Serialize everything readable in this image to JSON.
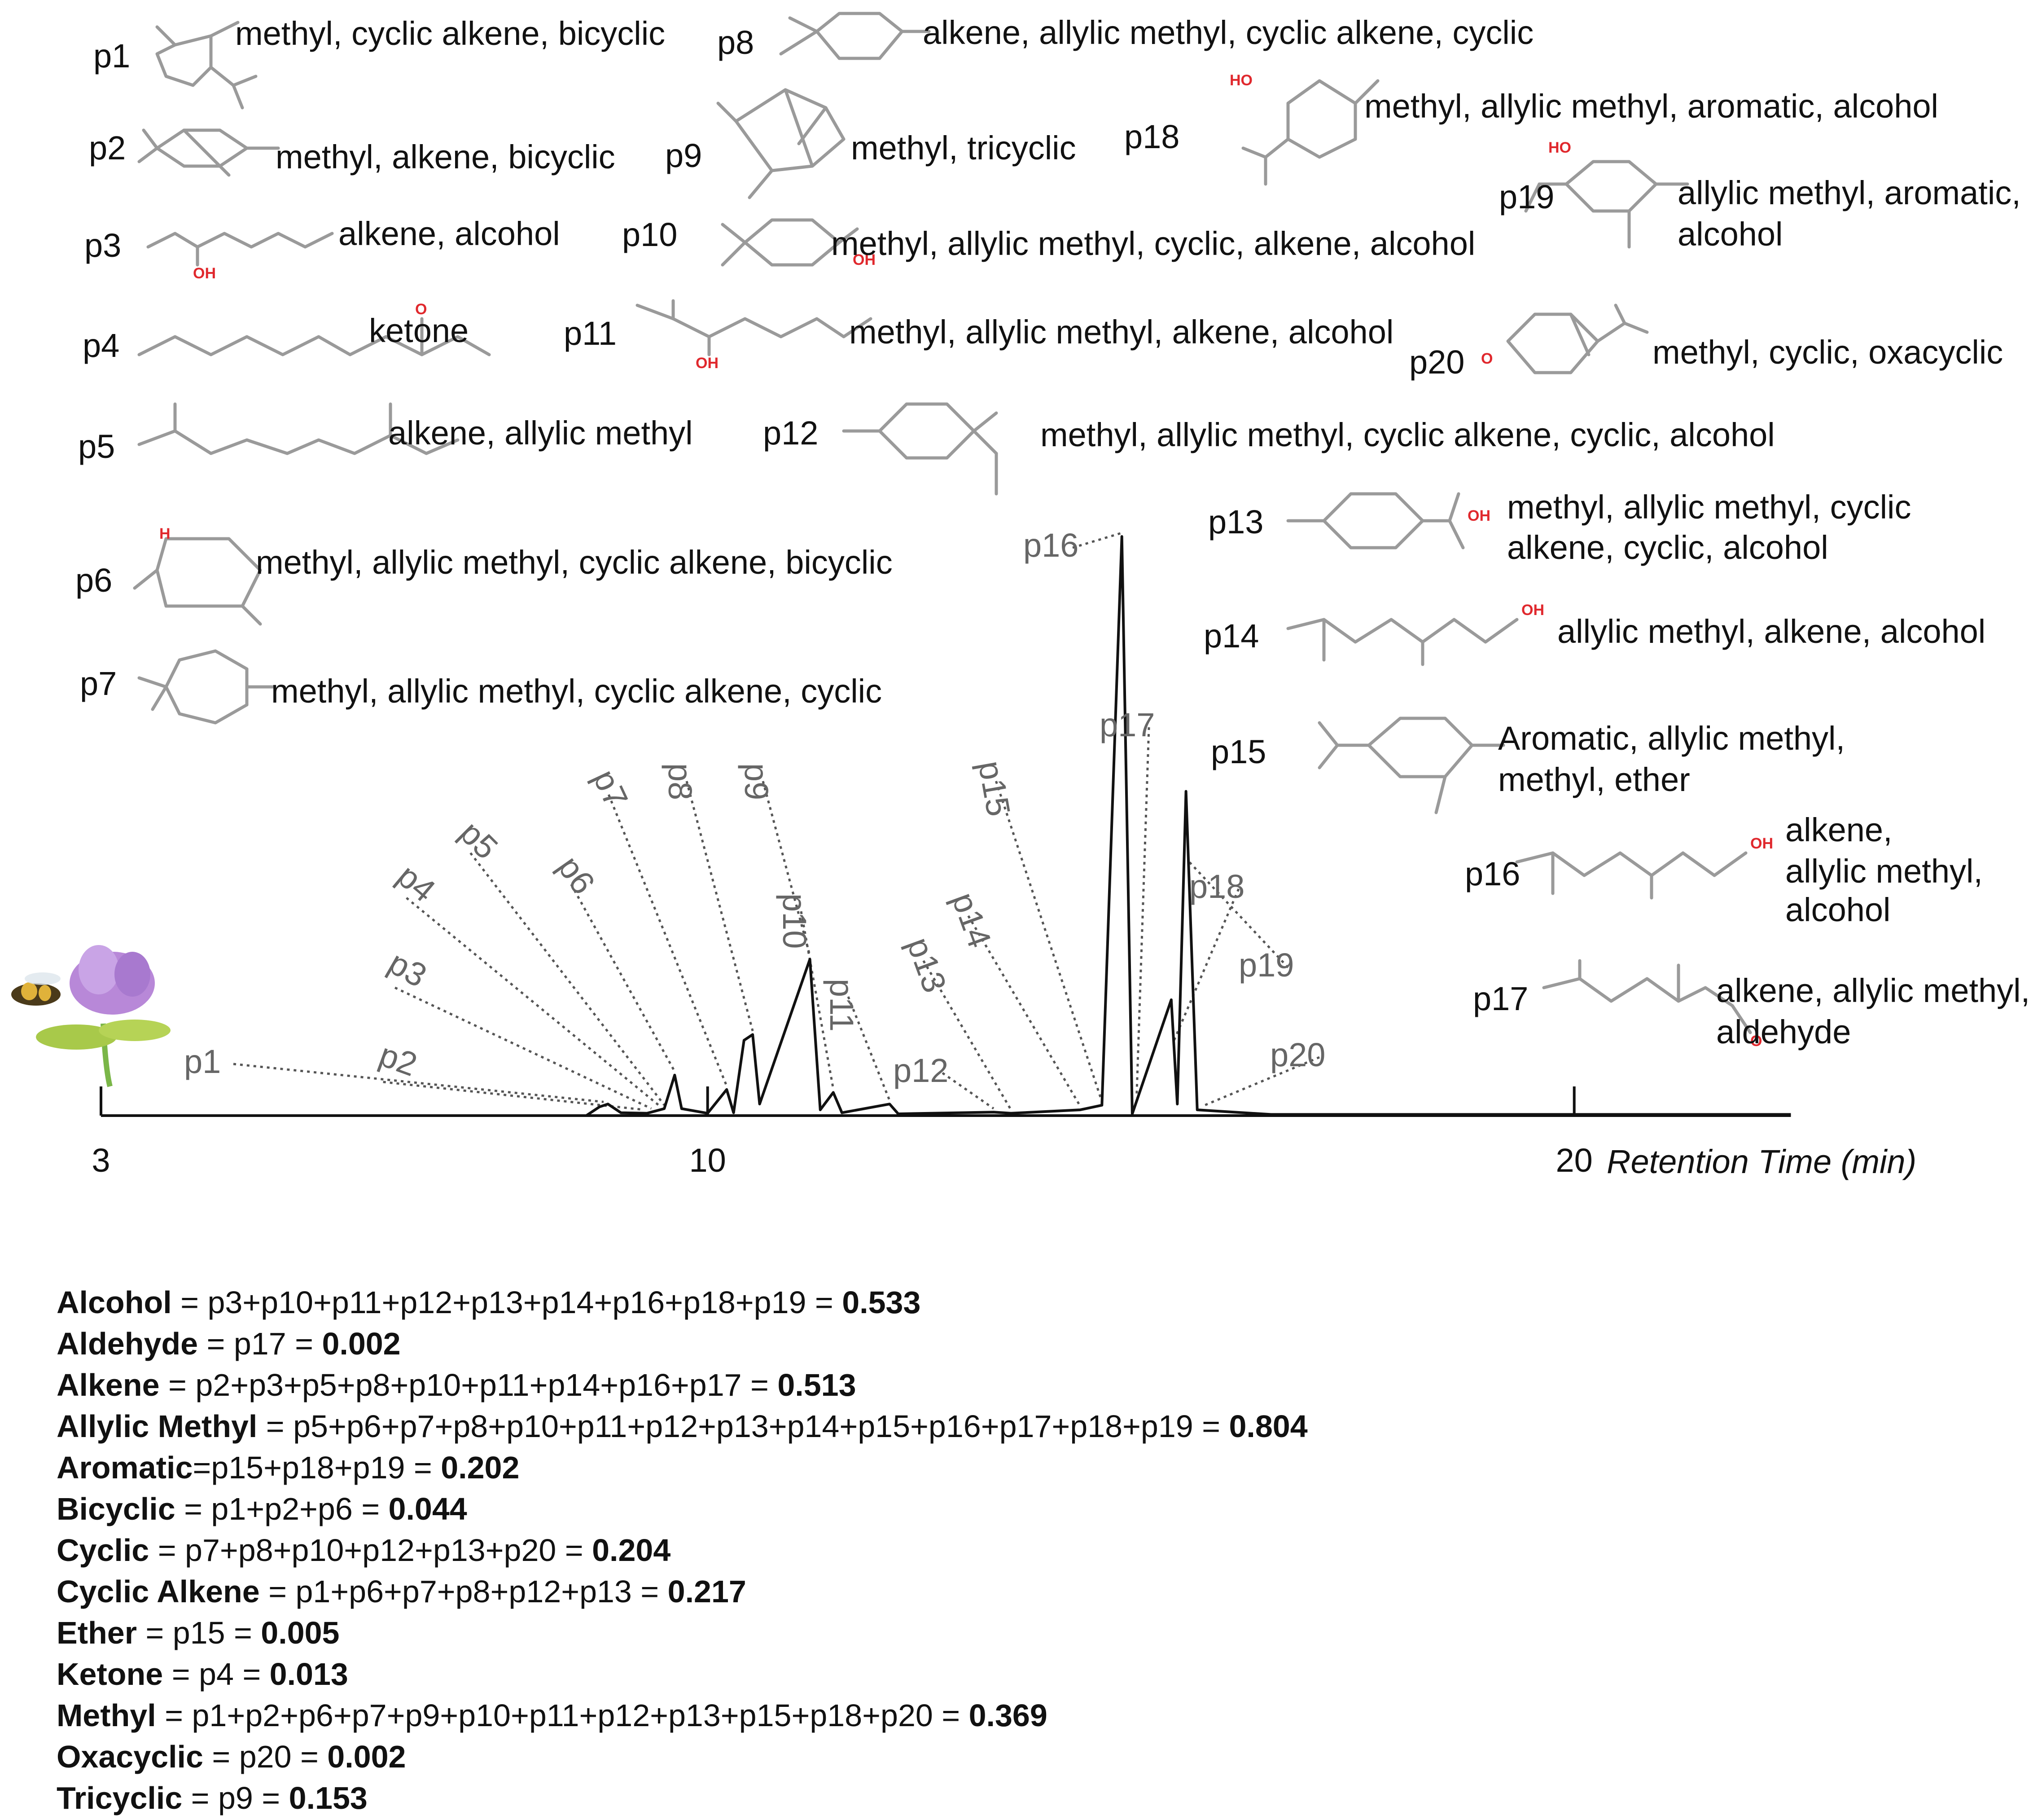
{
  "chart_data": {
    "type": "line",
    "xlabel": "Retention Time (min)",
    "xlim": [
      3,
      22.5
    ],
    "xticks": [
      3,
      10,
      20
    ],
    "series": [
      {
        "values": [
          [
            3,
            0
          ],
          [
            8.6,
            0
          ],
          [
            8.75,
            0.015
          ],
          [
            8.85,
            0.02
          ],
          [
            9.0,
            0.005
          ],
          [
            9.3,
            0.004
          ],
          [
            9.5,
            0.012
          ],
          [
            9.62,
            0.07
          ],
          [
            9.7,
            0.012
          ],
          [
            10.0,
            0.004
          ],
          [
            10.22,
            0.045
          ],
          [
            10.3,
            0.005
          ],
          [
            10.42,
            0.13
          ],
          [
            10.52,
            0.14
          ],
          [
            10.6,
            0.02
          ],
          [
            11.18,
            0.27
          ],
          [
            11.3,
            0.01
          ],
          [
            11.45,
            0.04
          ],
          [
            11.55,
            0.005
          ],
          [
            12.1,
            0.02
          ],
          [
            12.2,
            0.003
          ],
          [
            13.3,
            0.006
          ],
          [
            13.5,
            0.004
          ],
          [
            14.3,
            0.01
          ],
          [
            14.55,
            0.018
          ],
          [
            14.78,
            1.0
          ],
          [
            14.9,
            0.003
          ],
          [
            15.35,
            0.2
          ],
          [
            15.42,
            0.02
          ],
          [
            15.52,
            0.56
          ],
          [
            15.65,
            0.01
          ],
          [
            16.5,
            0.002
          ],
          [
            22.5,
            0.002
          ]
        ]
      }
    ],
    "peaks": [
      {
        "label": "p1",
        "rt": 8.8,
        "name": "methyl, cyclic alkene, bicyclic"
      },
      {
        "label": "p2",
        "rt": 9.25,
        "name": "methyl, alkene, bicyclic"
      },
      {
        "label": "p3",
        "rt": 9.35,
        "name": "alkene, alcohol"
      },
      {
        "label": "p4",
        "rt": 9.45,
        "name": "ketone"
      },
      {
        "label": "p5",
        "rt": 9.5,
        "name": "alkene, allylic methyl"
      },
      {
        "label": "p6",
        "rt": 9.62,
        "name": "methyl, allylic methyl, cyclic alkene, bicyclic"
      },
      {
        "label": "p7",
        "rt": 10.22,
        "name": "methyl, allylic methyl, cyclic alkene, cyclic"
      },
      {
        "label": "p8",
        "rt": 10.52,
        "name": "alkene, allylic methyl, cyclic alkene, cyclic"
      },
      {
        "label": "p9",
        "rt": 11.18,
        "name": "methyl, tricyclic"
      },
      {
        "label": "p10",
        "rt": 11.45,
        "name": "methyl, allylic methyl, cyclic, alkene, alcohol"
      },
      {
        "label": "p11",
        "rt": 12.1,
        "name": "methyl, allylic methyl, alkene, alcohol"
      },
      {
        "label": "p12",
        "rt": 13.3,
        "name": "methyl, allylic methyl, cyclic alkene, cyclic, alcohol"
      },
      {
        "label": "p13",
        "rt": 13.5,
        "name": "methyl, allylic methyl, cyclic alkene, cyclic, alcohol"
      },
      {
        "label": "p14",
        "rt": 14.3,
        "name": "allylic methyl, alkene, alcohol"
      },
      {
        "label": "p15",
        "rt": 14.55,
        "name": "Aromatic, allylic methyl, methyl, ether"
      },
      {
        "label": "p16",
        "rt": 14.78,
        "name": "alkene, allylic methyl, alcohol"
      },
      {
        "label": "p17",
        "rt": 14.95,
        "name": "alkene, allylic methyl, aldehyde"
      },
      {
        "label": "p18",
        "rt": 15.38,
        "name": "methyl, allylic methyl, aromatic, alcohol"
      },
      {
        "label": "p19",
        "rt": 15.55,
        "name": "allylic methyl, aromatic, alcohol"
      },
      {
        "label": "p20",
        "rt": 15.7,
        "name": "methyl, cyclic, oxacyclic"
      }
    ]
  },
  "compound_labels": {
    "p1": {
      "id": "p1",
      "desc": "methyl, cyclic alkene, bicyclic"
    },
    "p2": {
      "id": "p2",
      "desc": "methyl, alkene, bicyclic"
    },
    "p3": {
      "id": "p3",
      "desc": "alkene, alcohol"
    },
    "p4": {
      "id": "p4",
      "desc": "ketone"
    },
    "p5": {
      "id": "p5",
      "desc": "alkene, allylic methyl"
    },
    "p6": {
      "id": "p6",
      "desc": "methyl, allylic methyl, cyclic alkene, bicyclic"
    },
    "p7": {
      "id": "p7",
      "desc": "methyl, allylic methyl, cyclic alkene, cyclic"
    },
    "p8": {
      "id": "p8",
      "desc": "alkene, allylic methyl, cyclic alkene, cyclic"
    },
    "p9": {
      "id": "p9",
      "desc": "methyl, tricyclic"
    },
    "p10": {
      "id": "p10",
      "desc": "methyl, allylic methyl, cyclic, alkene, alcohol"
    },
    "p11": {
      "id": "p11",
      "desc": "methyl, allylic methyl, alkene, alcohol"
    },
    "p12": {
      "id": "p12",
      "desc": "methyl, allylic methyl, cyclic alkene, cyclic, alcohol"
    },
    "p13": {
      "id": "p13",
      "line1": "methyl, allylic methyl, cyclic",
      "line2": "alkene, cyclic, alcohol"
    },
    "p14": {
      "id": "p14",
      "desc": "allylic methyl, alkene, alcohol"
    },
    "p15": {
      "id": "p15",
      "line1": "Aromatic, allylic methyl,",
      "line2": "methyl, ether"
    },
    "p16": {
      "id": "p16",
      "line1": "alkene,",
      "line2": "allylic methyl,",
      "line3": "alcohol"
    },
    "p17": {
      "id": "p17",
      "line1": "alkene, allylic methyl,",
      "line2": "aldehyde"
    },
    "p18": {
      "id": "p18",
      "desc": "methyl, allylic methyl, aromatic, alcohol"
    },
    "p19": {
      "id": "p19",
      "line1": "allylic methyl, aromatic,",
      "line2": "alcohol"
    },
    "p20": {
      "id": "p20",
      "desc": "methyl, cyclic, oxacyclic"
    }
  },
  "atom_labels": {
    "ho": "HO",
    "oh": "OH",
    "o": "O",
    "h": "H"
  },
  "summary": [
    {
      "name": "Alcohol",
      "sep": " = ",
      "formula": "p3+p10+p11+p12+p13+p14+p16+p18+p19 = ",
      "value": "0.533"
    },
    {
      "name": "Aldehyde",
      "sep": " = ",
      "formula": "p17 = ",
      "value": "0.002"
    },
    {
      "name": "Alkene",
      "sep": " = ",
      "formula": "p2+p3+p5+p8+p10+p11+p14+p16+p17 = ",
      "value": "0.513"
    },
    {
      "name": "Allylic Methyl",
      "sep": " = ",
      "formula": "p5+p6+p7+p8+p10+p11+p12+p13+p14+p15+p16+p17+p18+p19 = ",
      "value": "0.804"
    },
    {
      "name": "Aromatic",
      "sep": "=",
      "formula": "p15+p18+p19 = ",
      "value": "0.202"
    },
    {
      "name": "Bicyclic",
      "sep": " = ",
      "formula": "p1+p2+p6 = ",
      "value": "0.044"
    },
    {
      "name": "Cyclic",
      "sep": " = ",
      "formula": "p7+p8+p10+p12+p13+p20 = ",
      "value": "0.204"
    },
    {
      "name": "Cyclic Alkene",
      "sep": " = ",
      "formula": "p1+p6+p7+p8+p12+p13 = ",
      "value": "0.217"
    },
    {
      "name": "Ether",
      "sep": " = ",
      "formula": "p15 = ",
      "value": "0.005"
    },
    {
      "name": "Ketone",
      "sep": " = ",
      "formula": "p4 = ",
      "value": "0.013"
    },
    {
      "name": "Methyl",
      "sep": " = ",
      "formula": "p1+p2+p6+p7+p9+p10+p11+p12+p13+p15+p18+p20 = ",
      "value": "0.369"
    },
    {
      "name": "Oxacyclic",
      "sep": " = ",
      "formula": "p20 = ",
      "value": "0.002"
    },
    {
      "name": "Tricyclic",
      "sep": " = ",
      "formula": "p9 = ",
      "value": "0.153"
    }
  ]
}
